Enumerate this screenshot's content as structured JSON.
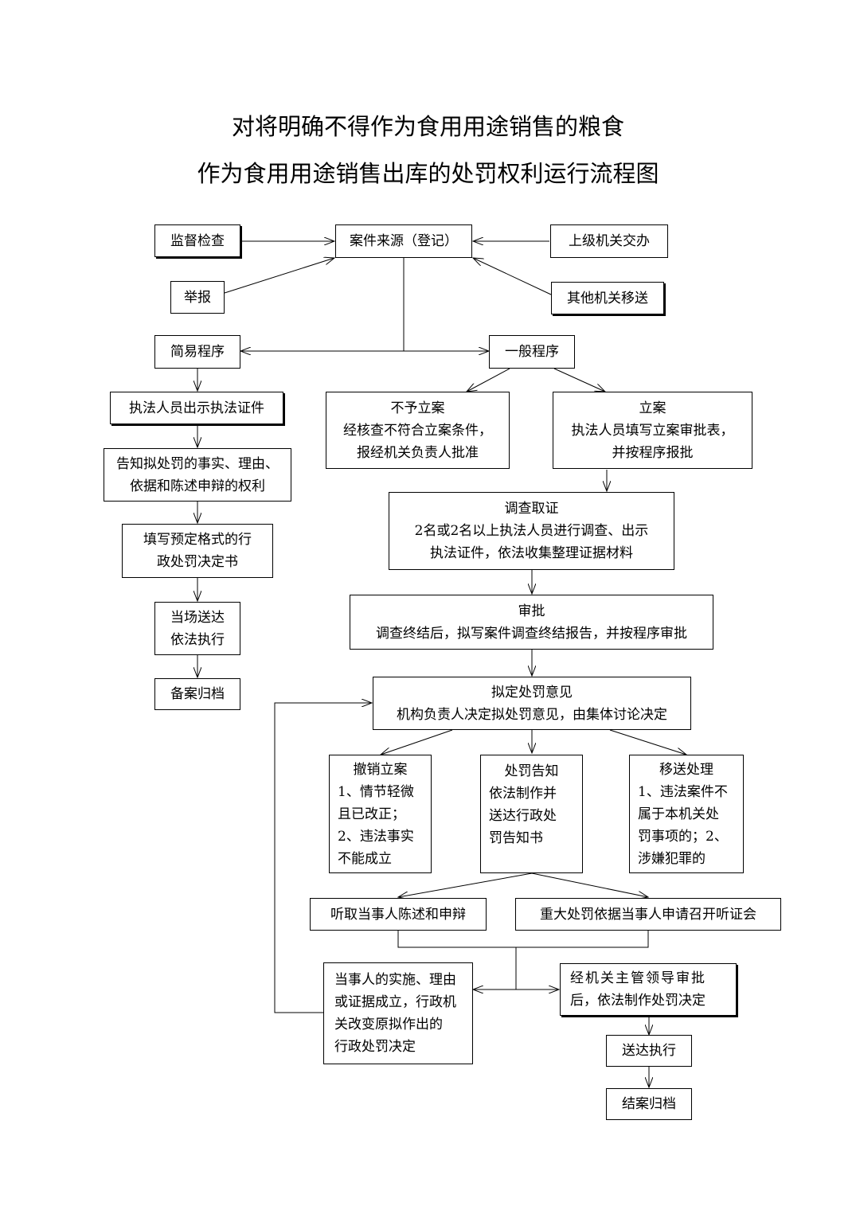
{
  "title": {
    "line1": "对将明确不得作为食用用途销售的粮食",
    "line2": "作为食用用途销售出库的处罚权利运行流程图"
  },
  "sources": {
    "inspection": "监督检查",
    "report": "举报",
    "superior": "上级机关交办",
    "transfer_in": "其他机关移送",
    "case_source": "案件来源（登记）"
  },
  "simple": {
    "title": "简易程序",
    "show_id": "执法人员出示执法证件",
    "notify": [
      "告知拟处罚的事实、理由、",
      "依据和陈述申辩的权利"
    ],
    "fill_form": [
      "填写预定格式的行",
      "政处罚决定书"
    ],
    "deliver": [
      "当场送达",
      "依法执行"
    ],
    "archive": "备案归档"
  },
  "general": {
    "title": "一般程序",
    "no_case": [
      "不予立案",
      "经核查不符合立案条件，",
      "报经机关负责人批准"
    ],
    "file_case": [
      "立案",
      "执法人员填写立案审批表，",
      "并按程序报批"
    ],
    "investigate": [
      "调查取证",
      "2名或2名以上执法人员进行调查、出示",
      "执法证件，依法收集整理证据材料"
    ],
    "approve": [
      "审批",
      "调查终结后，拟写案件调查终结报告，并按程序审批"
    ],
    "opinion": [
      "拟定处罚意见",
      "机构负责人决定拟处罚意见，由集体讨论决定"
    ],
    "revoke": [
      "撤销立案",
      "1、情节轻微",
      "且已改正；",
      "2、违法事实",
      "不能成立"
    ],
    "notice": [
      "处罚告知",
      "依法制作并",
      "送达行政处",
      "罚告知书"
    ],
    "transfer_out": [
      "移送处理",
      "1、违法案件不",
      "属于本机关处",
      "罚事项的；2、",
      "涉嫌犯罪的"
    ],
    "hearing_statement": "听取当事人陈述和申辩",
    "hearing_major": "重大处罚依据当事人申请召开听证会",
    "change_decision": [
      "当事人的实施、理由",
      "或证据成立，行政机",
      "关改变原拟作出的",
      "行政处罚决定"
    ],
    "decision": [
      "经机关主管领导审批",
      "后，依法制作处罚决定"
    ],
    "deliver": "送达执行",
    "close": "结案归档"
  }
}
